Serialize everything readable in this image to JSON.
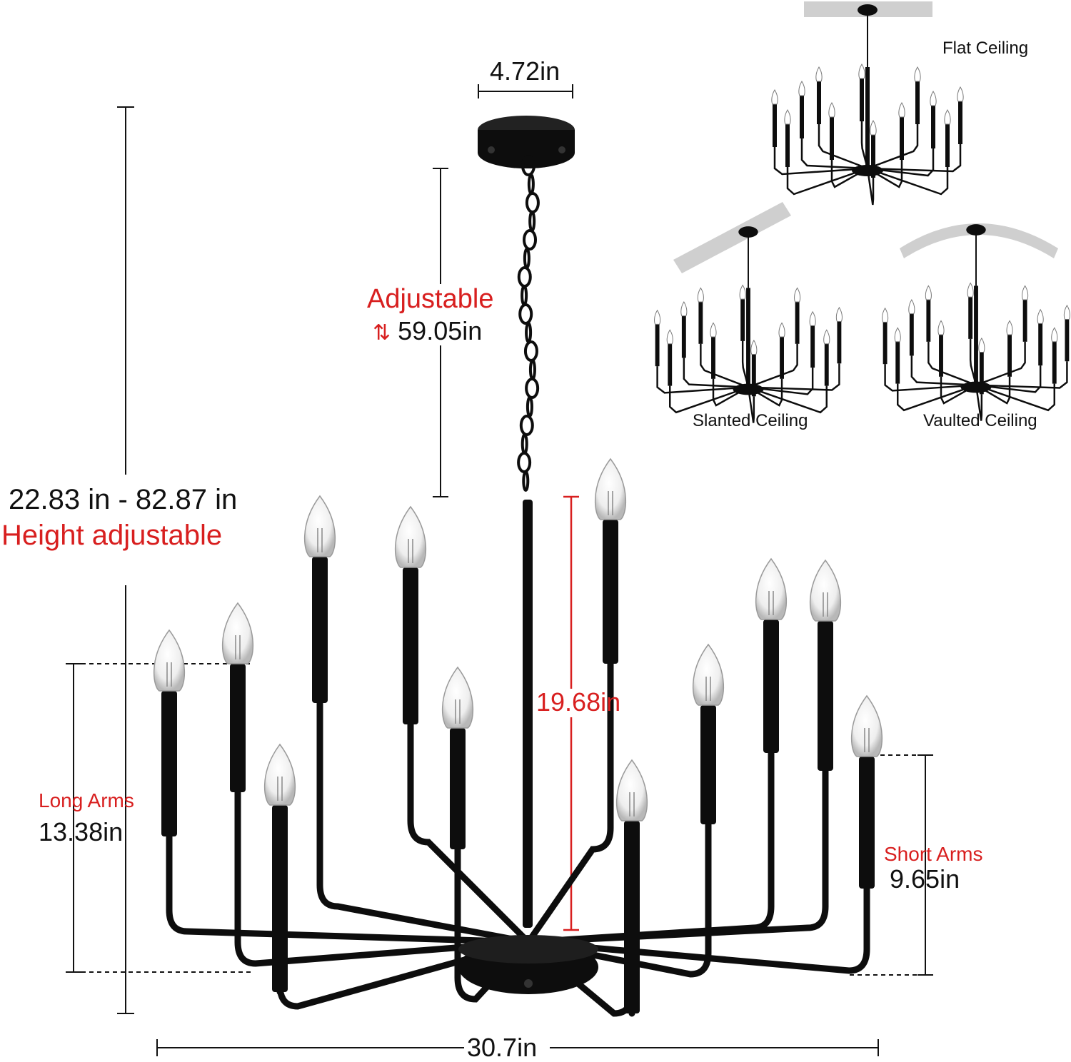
{
  "dimensions": {
    "canopy_width": "4.72in",
    "chain_adjustable_label": "Adjustable",
    "chain_adjustable_arrows": "⇅",
    "chain_length": "59.05in",
    "overall_height_range": "22.83 in - 82.87 in",
    "overall_height_label": "Height adjustable",
    "body_height": "19.68in",
    "long_arms_label": "Long Arms",
    "long_arms_value": "13.38in",
    "short_arms_label": "Short Arms",
    "short_arms_value": "9.65in",
    "overall_width": "30.7in"
  },
  "ceiling_options": {
    "flat": "Flat Ceiling",
    "slanted": "Slanted Ceiling",
    "vaulted": "Vaulted Ceiling"
  },
  "colors": {
    "fixture": "#0d0d0d",
    "accent_red": "#d81f1f",
    "ceiling_gray": "#cfcfcf",
    "text": "#111111"
  }
}
